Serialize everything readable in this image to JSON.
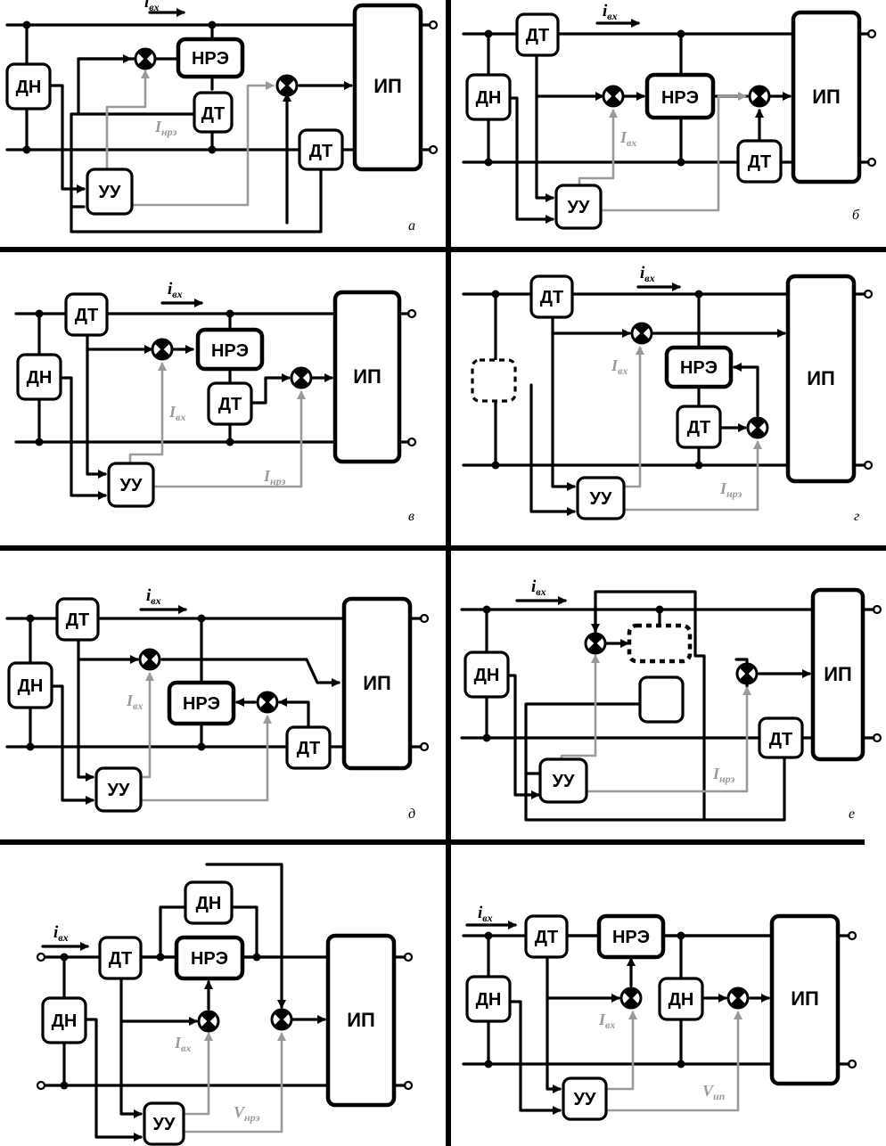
{
  "labels": {
    "dn": "ДН",
    "dt": "ДТ",
    "nre": "НРЭ",
    "uu": "УУ",
    "ip": "ИП"
  },
  "currents": {
    "i_main": "i",
    "i_main_sub": "вх",
    "I_in": "I",
    "I_in_sub": "вх",
    "I_nre": "I",
    "I_nre_sub": "нрэ",
    "V_nre": "V",
    "V_nre_sub": "нрэ",
    "V_ip": "V",
    "V_ip_sub": "ип"
  },
  "panels": [
    "а",
    "б",
    "в",
    "г",
    "д",
    "е"
  ]
}
